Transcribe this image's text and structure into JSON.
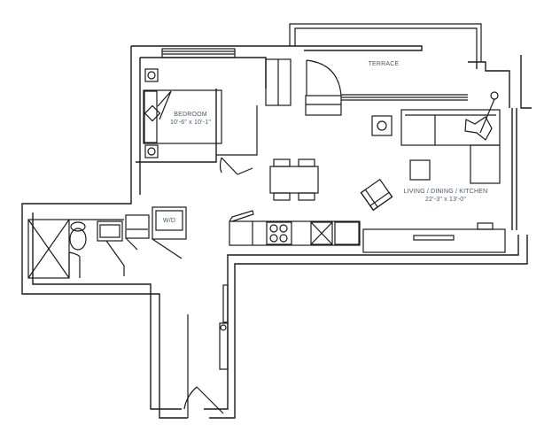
{
  "floor_plan": {
    "rooms": [
      {
        "name": "BEDROOM",
        "dimensions": "10'-6\" x 10'-1\""
      },
      {
        "name": "LIVING / DINING / KITCHEN",
        "dimensions": "22'-3\" x 13'-0\""
      },
      {
        "name": "TERRACE",
        "dimensions": ""
      }
    ],
    "fixtures": {
      "washer_dryer": "W/D"
    },
    "colors": {
      "wall": "#1a1a1a",
      "label": "#4a5568",
      "background": "#ffffff"
    }
  }
}
